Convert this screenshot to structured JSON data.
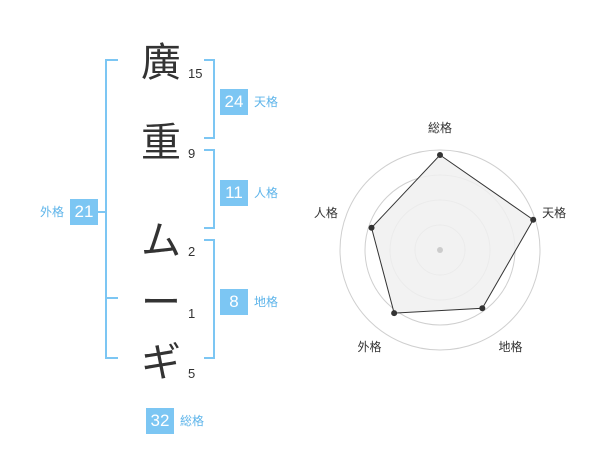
{
  "name": {
    "chars": [
      {
        "char": "廣",
        "strokes": "15"
      },
      {
        "char": "重",
        "strokes": "9"
      },
      {
        "char": "ム",
        "strokes": "2"
      },
      {
        "char": "ー",
        "strokes": "1"
      },
      {
        "char": "ギ",
        "strokes": "5"
      }
    ]
  },
  "kaku": {
    "tenkaku": {
      "value": "24",
      "label": "天格"
    },
    "jinkaku": {
      "value": "11",
      "label": "人格"
    },
    "chikaku": {
      "value": "8",
      "label": "地格"
    },
    "gaikaku": {
      "value": "21",
      "label": "外格"
    },
    "soukaku": {
      "value": "32",
      "label": "総格"
    }
  },
  "chart_data": {
    "type": "radar",
    "axes": [
      "総格",
      "天格",
      "地格",
      "外格",
      "人格"
    ],
    "values": [
      0.95,
      0.98,
      0.72,
      0.78,
      0.72
    ],
    "rings": 4,
    "colors": {
      "fill": "#f0f0f0",
      "line": "#333333",
      "ring": "#cfcfcf",
      "point": "#333333"
    }
  },
  "colors": {
    "accent": "#7cc6f3",
    "label": "#5db4ea"
  }
}
